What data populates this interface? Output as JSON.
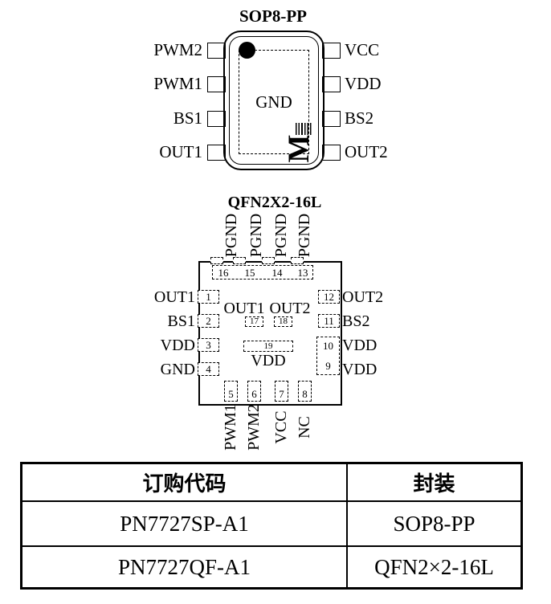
{
  "sop8": {
    "title": "SOP8-PP",
    "left_pins": [
      "PWM2",
      "PWM1",
      "BS1",
      "OUT1"
    ],
    "right_pins": [
      "VCC",
      "VDD",
      "BS2",
      "OUT2"
    ],
    "center_pad_label": "GND",
    "logo_letter": "M"
  },
  "qfn": {
    "title": "QFN2X2-16L",
    "top_pin_labels": [
      "PGND",
      "PGND",
      "PGND",
      "PGND"
    ],
    "top_pin_numbers": [
      "16",
      "15",
      "14",
      "13"
    ],
    "left_pins": [
      {
        "num": "1",
        "label": "OUT1"
      },
      {
        "num": "2",
        "label": "BS1"
      },
      {
        "num": "3",
        "label": "VDD"
      },
      {
        "num": "4",
        "label": "GND"
      }
    ],
    "right_pins": [
      {
        "num": "12",
        "label": "OUT2"
      },
      {
        "num": "11",
        "label": "BS2"
      }
    ],
    "right_merged_pins": {
      "top_num": "10",
      "top_label": "VDD",
      "bottom_num": "9",
      "bottom_label": "VDD"
    },
    "bottom_pins": [
      {
        "num": "5",
        "label": "PWM1"
      },
      {
        "num": "6",
        "label": "PWM2"
      },
      {
        "num": "7",
        "label": "VCC"
      },
      {
        "num": "8",
        "label": "NC"
      }
    ],
    "center_pads": {
      "pad17_label": "OUT1",
      "pad17_num": "17",
      "pad18_label": "OUT2",
      "pad18_num": "18",
      "pad19_num": "19",
      "pad19_label": "VDD"
    }
  },
  "order_table": {
    "headers": [
      "订购代码",
      "封装"
    ],
    "rows": [
      {
        "code": "PN7727SP-A1",
        "package": "SOP8-PP"
      },
      {
        "code": "PN7727QF-A1",
        "package": "QFN2×2-16L"
      }
    ]
  }
}
